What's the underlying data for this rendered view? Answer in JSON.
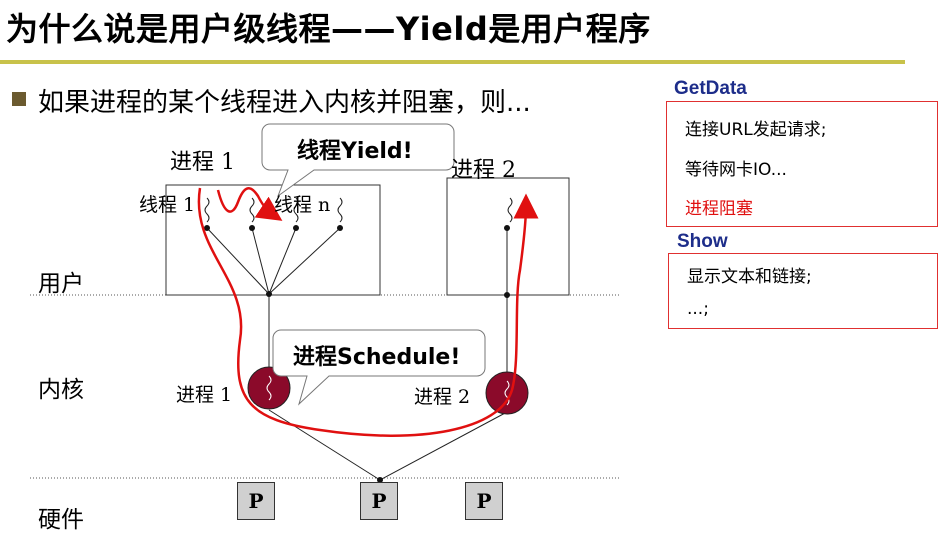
{
  "title": "为什么说是用户级线程——Yield是用户程序",
  "bullet": "如果进程的某个线程进入内核并阻塞，则...",
  "diagram": {
    "process1_user_label": "进程 1",
    "process2_user_label": "进程 2",
    "thread1_label": "线程 1",
    "threadn_label": "线程 n",
    "callout_yield": "线程Yield!",
    "callout_schedule": "进程Schedule!",
    "layer_user": "用户",
    "layer_kernel": "内核",
    "layer_hardware": "硬件",
    "kernel_process1_label": "进程 1",
    "kernel_process2_label": "进程 2",
    "processors": [
      "P",
      "P",
      "P"
    ]
  },
  "code": {
    "getdata_header": "GetData",
    "getdata_lines": [
      "连接URL发起请求;",
      "等待网卡IO...",
      "进程阻塞"
    ],
    "show_header": "Show",
    "show_lines": [
      "显示文本和链接;",
      "...;"
    ]
  },
  "colors": {
    "title_rule": "#c8c24a",
    "bullet": "#6b5a2f",
    "red_arrow": "#e01010",
    "kernel_circle": "#8b0a2a",
    "code_header": "#1d2d8a",
    "code_border": "#e03030"
  }
}
